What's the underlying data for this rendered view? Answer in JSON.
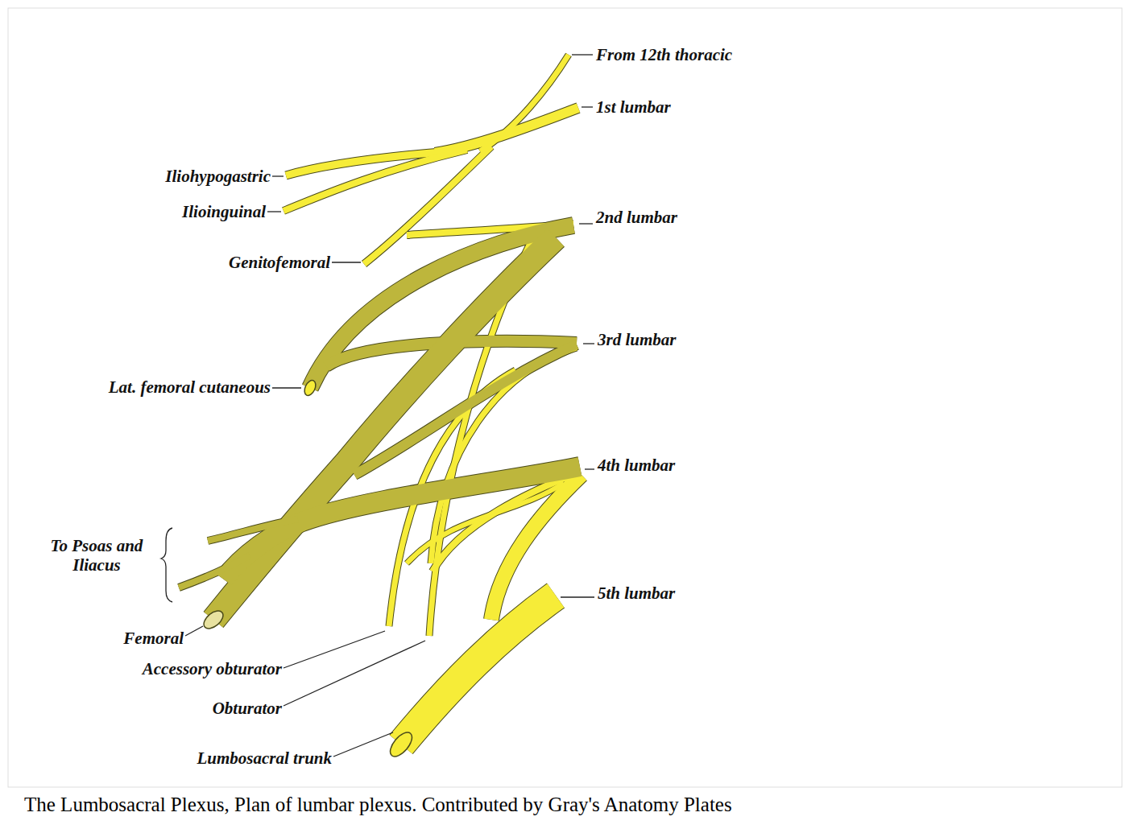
{
  "diagram": {
    "caption": "The Lumbosacral Plexus, Plan of lumbar plexus. Contributed by Gray's Anatomy Plates",
    "labels": [
      "From 12th thoracic",
      "1st lumbar",
      "Iliohypogastric",
      "Ilioinguinal",
      "2nd lumbar",
      "Genitofemoral",
      "3rd lumbar",
      "Lat. femoral cutaneous",
      "4th lumbar",
      "To Psoas and Iliacus",
      "5th lumbar",
      "Femoral",
      "Accessory obturator",
      "Obturator",
      "Lumbosacral trunk"
    ]
  }
}
